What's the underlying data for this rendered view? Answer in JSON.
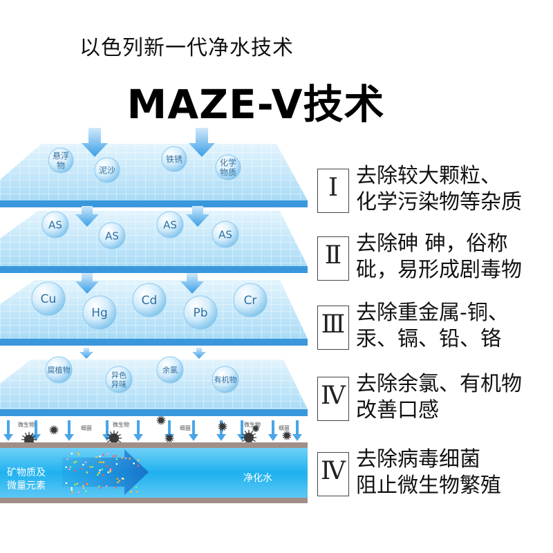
{
  "header": {
    "subtitle": "以色列新一代净水技术",
    "title": "MAZE-V技术"
  },
  "layers": [
    {
      "spheres": [
        "悬浮\n物",
        "泥沙",
        "铁锈",
        "化学\n物质"
      ]
    },
    {
      "spheres": [
        "AS",
        "AS",
        "AS",
        "AS"
      ]
    },
    {
      "spheres": [
        "Cu",
        "Hg",
        "Cd",
        "Pb",
        "Cr"
      ]
    },
    {
      "spheres": [
        "腐植物",
        "异色\n异味",
        "余氯",
        "有机物"
      ]
    }
  ],
  "microbe_labels": [
    "微生物",
    "细菌",
    "微生物",
    "细菌",
    "微生物",
    "细菌"
  ],
  "water": {
    "left_label": [
      "矿物质及",
      "微量元素"
    ],
    "right_label": "净化水"
  },
  "steps": [
    {
      "numeral": "Ⅰ",
      "lines": [
        "去除较大颗粒、",
        "化学污染物等杂质"
      ]
    },
    {
      "numeral": "Ⅱ",
      "lines": [
        "去除砷 砷，俗称",
        "砒，易形成剧毒物"
      ]
    },
    {
      "numeral": "Ⅲ",
      "lines": [
        "去除重金属-铜、",
        "汞、镉、铅、铬"
      ]
    },
    {
      "numeral": "Ⅳ",
      "lines": [
        "去除余氯、有机物",
        "改善口感"
      ]
    },
    {
      "numeral": "Ⅳ",
      "lines": [
        "去除病毒细菌",
        "阻止微生物繁殖"
      ]
    }
  ],
  "colors": {
    "layer_fill": "#bfe6fa",
    "layer_edge": "#2c8fd8",
    "grid": "#ffffff",
    "arrow": "#55aee8",
    "water": "#27b4ee",
    "sphere": "#d7eefc"
  }
}
